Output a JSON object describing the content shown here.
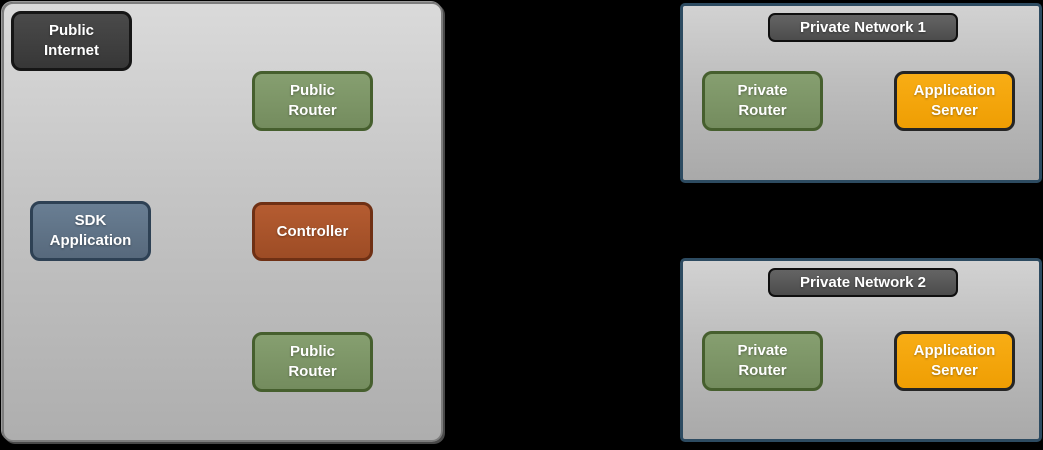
{
  "canvas": {
    "background": "#000000"
  },
  "public_zone": {
    "fill_top": "#dadada",
    "fill_bottom": "#aeaeae",
    "border_color": "#7d7d7d",
    "nodes": [
      {
        "id": "public-internet",
        "label": "Public\nInternet",
        "fill": "#3f3f3f",
        "border": "#161616"
      },
      {
        "id": "public-router-top",
        "label": "Public\nRouter",
        "fill": "#7c9468",
        "border": "#465f2e"
      },
      {
        "id": "sdk-application",
        "label": "SDK\nApplication",
        "fill": "#5f7489",
        "border": "#2e4154"
      },
      {
        "id": "controller",
        "label": "Controller",
        "fill": "#a8552a",
        "border": "#6f3014"
      },
      {
        "id": "public-router-bottom",
        "label": "Public\nRouter",
        "fill": "#7c9468",
        "border": "#465f2e"
      }
    ]
  },
  "private_networks": [
    {
      "title": "Private Network 1",
      "title_fill": "#585858",
      "panel_border": "#2d4b61",
      "nodes": [
        {
          "id": "private-router-1",
          "label": "Private\nRouter",
          "fill": "#7c9468",
          "border": "#465f2e"
        },
        {
          "id": "application-server-1",
          "label": "Application\nServer",
          "fill": "#f5a609",
          "border": "#252525"
        }
      ]
    },
    {
      "title": "Private Network 2",
      "title_fill": "#585858",
      "panel_border": "#2d4b61",
      "nodes": [
        {
          "id": "private-router-2",
          "label": "Private\nRouter",
          "fill": "#7c9468",
          "border": "#465f2e"
        },
        {
          "id": "application-server-2",
          "label": "Application\nServer",
          "fill": "#f5a609",
          "border": "#252525"
        }
      ]
    }
  ]
}
